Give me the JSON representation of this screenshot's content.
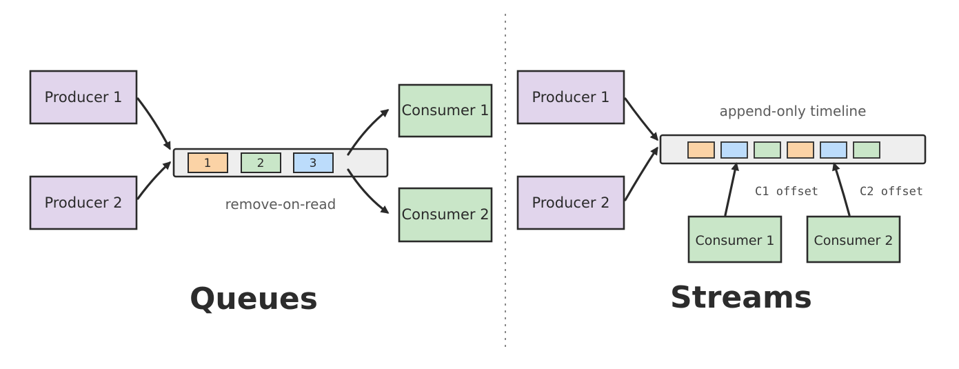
{
  "queues": {
    "title": "Queues",
    "producers": [
      "Producer 1",
      "Producer 2"
    ],
    "consumers": [
      "Consumer 1",
      "Consumer 2"
    ],
    "messages": [
      "1",
      "2",
      "3"
    ],
    "caption": "remove-on-read"
  },
  "streams": {
    "title": "Streams",
    "producers": [
      "Producer 1",
      "Producer 2"
    ],
    "consumers": [
      "Consumer 1",
      "Consumer 2"
    ],
    "caption": "append-only timeline",
    "offsets": [
      "C1 offset",
      "C2 offset"
    ]
  },
  "colors": {
    "producer": "#e1d5ec",
    "consumer": "#c9e6c8",
    "queue_bar": "#eeeeee",
    "msg_orange": "#fbd3a6",
    "msg_green": "#c9e6c8",
    "msg_blue": "#bcdcfb",
    "stroke": "#2a2a2a"
  }
}
